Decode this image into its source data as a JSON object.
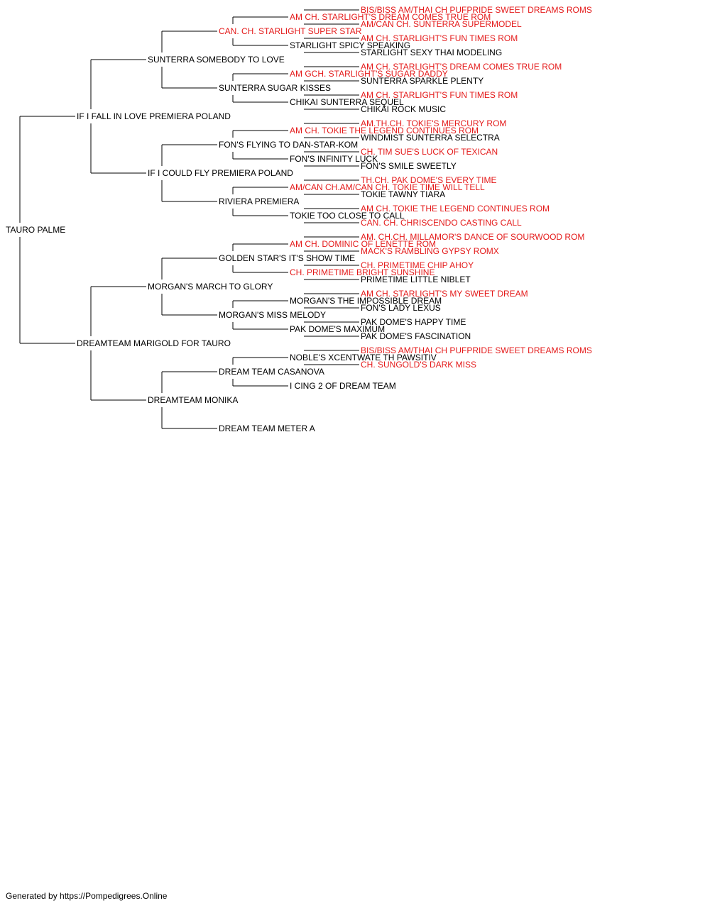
{
  "colors": {
    "champion": "#e41a1a",
    "normal": "#000000",
    "line": "#000000"
  },
  "pedigree": {
    "name": "TAURO PALME",
    "champion": false,
    "sire": {
      "name": "IF I FALL IN LOVE PREMIERA POLAND",
      "champion": false,
      "sire": {
        "name": "SUNTERRA SOMEBODY TO LOVE",
        "champion": false,
        "sire": {
          "name": "CAN. CH. STARLIGHT SUPER STAR",
          "champion": true,
          "sire": {
            "name": "AM CH. STARLIGHT'S DREAM COMES TRUE ROM",
            "champion": true,
            "sire": {
              "name": "BIS/BISS AM/THAI CH PUFPRIDE SWEET DREAMS ROMS",
              "champion": true
            },
            "dam": {
              "name": "AM/CAN CH. SUNTERRA SUPERMODEL",
              "champion": true
            }
          },
          "dam": {
            "name": "STARLIGHT SPICY SPEAKING",
            "champion": false,
            "sire": {
              "name": "AM CH. STARLIGHT'S FUN TIMES ROM",
              "champion": true
            },
            "dam": {
              "name": "STARLIGHT SEXY THAI MODELING",
              "champion": false
            }
          }
        },
        "dam": {
          "name": "SUNTERRA SUGAR KISSES",
          "champion": false,
          "sire": {
            "name": "AM GCH. STARLIGHT'S SUGAR DADDY",
            "champion": true,
            "sire": {
              "name": "AM CH. STARLIGHT'S DREAM COMES TRUE ROM",
              "champion": true
            },
            "dam": {
              "name": "SUNTERRA SPARKLE PLENTY",
              "champion": false
            }
          },
          "dam": {
            "name": "CHIKAI SUNTERRA SEQUEL",
            "champion": false,
            "sire": {
              "name": "AM CH. STARLIGHT'S FUN TIMES ROM",
              "champion": true
            },
            "dam": {
              "name": "CHIKAI ROCK MUSIC",
              "champion": false
            }
          }
        }
      },
      "dam": {
        "name": "IF I COULD FLY PREMIERA POLAND",
        "champion": false,
        "sire": {
          "name": "FON'S FLYING TO DAN-STAR-KOM",
          "champion": false,
          "sire": {
            "name": "AM CH. TOKIE THE LEGEND CONTINUES ROM",
            "champion": true,
            "sire": {
              "name": "AM.TH.CH. TOKIE'S MERCURY ROM",
              "champion": true
            },
            "dam": {
              "name": "WINDMIST SUNTERRA SELECTRA",
              "champion": false
            }
          },
          "dam": {
            "name": "FON'S INFINITY LUCK",
            "champion": false,
            "sire": {
              "name": "CH. TIM SUE'S LUCK OF TEXICAN",
              "champion": true
            },
            "dam": {
              "name": "FON'S SMILE SWEETLY",
              "champion": false
            }
          }
        },
        "dam": {
          "name": "RIVIERA PREMIERA",
          "champion": false,
          "sire": {
            "name": "AM/CAN CH.AM/CAN CH. TOKIE TIME WILL TELL",
            "champion": true,
            "sire": {
              "name": "TH.CH. PAK DOME'S EVERY TIME",
              "champion": true
            },
            "dam": {
              "name": "TOKIE TAWNY TIARA",
              "champion": false
            }
          },
          "dam": {
            "name": "TOKIE TOO CLOSE TO CALL",
            "champion": false,
            "sire": {
              "name": "AM CH. TOKIE THE LEGEND CONTINUES ROM",
              "champion": true
            },
            "dam": {
              "name": "CAN. CH. CHRISCENDO CASTING CALL",
              "champion": true
            }
          }
        }
      }
    },
    "dam": {
      "name": "DREAMTEAM MARIGOLD FOR TAURO",
      "champion": false,
      "sire": {
        "name": "MORGAN'S MARCH TO GLORY",
        "champion": false,
        "sire": {
          "name": "GOLDEN STAR'S IT'S SHOW TIME",
          "champion": false,
          "sire": {
            "name": "AM CH. DOMINIC OF LENETTE ROM",
            "champion": true,
            "sire": {
              "name": "AM. CH.CH. MILLAMOR'S DANCE OF SOURWOOD ROM",
              "champion": true
            },
            "dam": {
              "name": "MACK'S RAMBLING GYPSY ROMX",
              "champion": true
            }
          },
          "dam": {
            "name": "CH. PRIMETIME BRIGHT SUNSHINE",
            "champion": true,
            "sire": {
              "name": "CH. PRIMETIME CHIP AHOY",
              "champion": true
            },
            "dam": {
              "name": "PRIMETIME LITTLE NIBLET",
              "champion": false
            }
          }
        },
        "dam": {
          "name": "MORGAN'S MISS MELODY",
          "champion": false,
          "sire": {
            "name": "MORGAN'S THE IMPOSSIBLE DREAM",
            "champion": false,
            "sire": {
              "name": "AM CH. STARLIGHT'S MY SWEET DREAM",
              "champion": true
            },
            "dam": {
              "name": "FON'S LADY LEXUS",
              "champion": false
            }
          },
          "dam": {
            "name": "PAK DOME'S MAXIMUM",
            "champion": false,
            "sire": {
              "name": "PAK DOME'S HAPPY TIME",
              "champion": false
            },
            "dam": {
              "name": "PAK DOME'S FASCINATION",
              "champion": false
            }
          }
        }
      },
      "dam": {
        "name": "DREAMTEAM MONIKA",
        "champion": false,
        "sire": {
          "name": "DREAM TEAM CASANOVA",
          "champion": false,
          "sire": {
            "name": "NOBLE'S XCENTWATE TH PAWSITIV",
            "champion": false,
            "sire": {
              "name": "BIS/BISS AM/THAI CH PUFPRIDE SWEET DREAMS ROMS",
              "champion": true
            },
            "dam": {
              "name": "CH. SUNGOLD'S DARK MISS",
              "champion": true
            }
          },
          "dam": {
            "name": "I CING 2 OF DREAM TEAM",
            "champion": false
          }
        },
        "dam": {
          "name": "DREAM TEAM METER A",
          "champion": false
        }
      }
    }
  },
  "footer": {
    "text": "Generated by https://Pompedigrees.Online"
  }
}
